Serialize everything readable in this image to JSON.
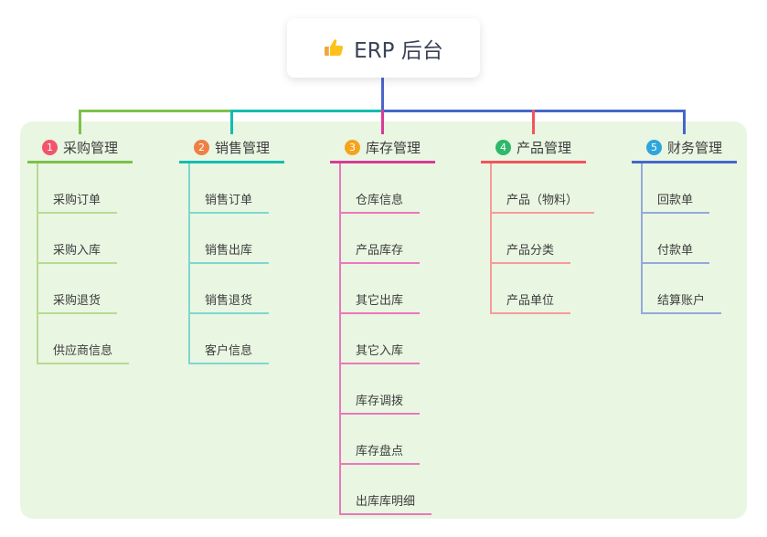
{
  "root": {
    "label": "ERP 后台",
    "icon": "thumbs-up-icon",
    "connector_color": "#4d66cb"
  },
  "panel": {
    "background": "#e9f6e2"
  },
  "branches": [
    {
      "badge": "1",
      "badge_color": "#f2556b",
      "label": "采购管理",
      "line_color": "#7cc24a",
      "child_line_color": "#b7db93",
      "children": [
        "采购订单",
        "采购入库",
        "采购退货",
        "供应商信息"
      ]
    },
    {
      "badge": "2",
      "badge_color": "#ef7f42",
      "label": "销售管理",
      "line_color": "#14bcb0",
      "child_line_color": "#7fd7cf",
      "children": [
        "销售订单",
        "销售出库",
        "销售退货",
        "客户信息"
      ]
    },
    {
      "badge": "3",
      "badge_color": "#f5a41e",
      "label": "库存管理",
      "line_color": "#da3a98",
      "child_line_color": "#ec77bb",
      "children": [
        "仓库信息",
        "产品库存",
        "其它出库",
        "其它入库",
        "库存调拨",
        "库存盘点",
        "出库库明细"
      ]
    },
    {
      "badge": "4",
      "badge_color": "#2eb869",
      "label": "产品管理",
      "line_color": "#f4545c",
      "child_line_color": "#f79b98",
      "children": [
        "产品（物料）",
        "产品分类",
        "产品单位"
      ]
    },
    {
      "badge": "5",
      "badge_color": "#2ea6dc",
      "label": "财务管理",
      "line_color": "#4467ca",
      "child_line_color": "#93a9dc",
      "children": [
        "回款单",
        "付款单",
        "结算账户"
      ]
    }
  ]
}
